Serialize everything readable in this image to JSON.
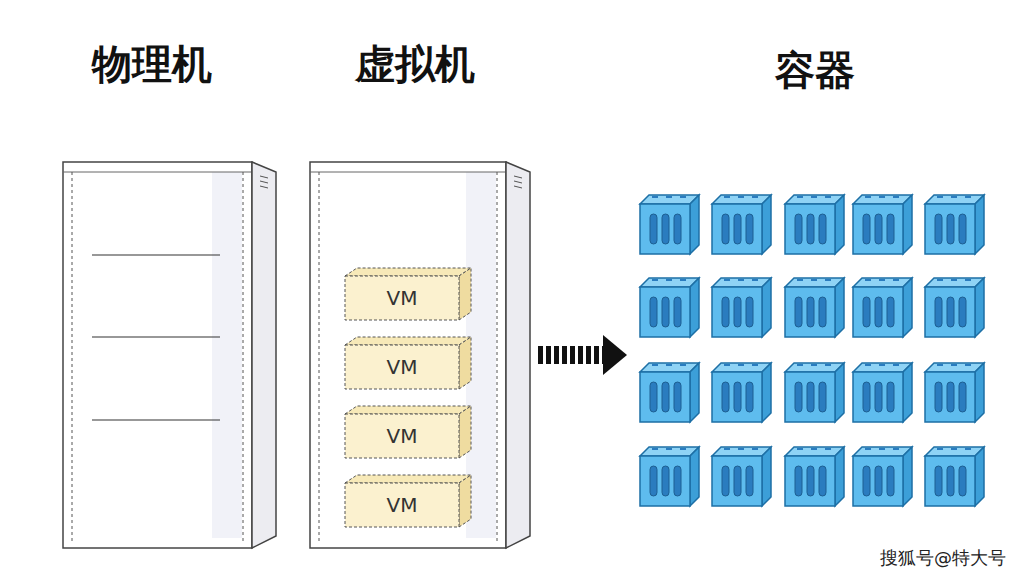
{
  "diagram": {
    "nodes": [
      {
        "text": [
          "物理机"
        ]
      },
      {
        "text": [
          "虚拟机"
        ]
      },
      {
        "text": [
          "VM"
        ],
        "in": 1
      },
      {
        "text": [
          "VM"
        ],
        "in": 1
      },
      {
        "text": [
          "VM"
        ],
        "in": 1
      },
      {
        "text": [
          "VM"
        ],
        "in": 1
      },
      {
        "text": [
          "容器"
        ]
      }
    ],
    "edges": [
      {
        "from": 1,
        "to": 6,
        "arrow": "to"
      }
    ],
    "labels": [
      "搜狐号@特大号"
    ]
  }
}
